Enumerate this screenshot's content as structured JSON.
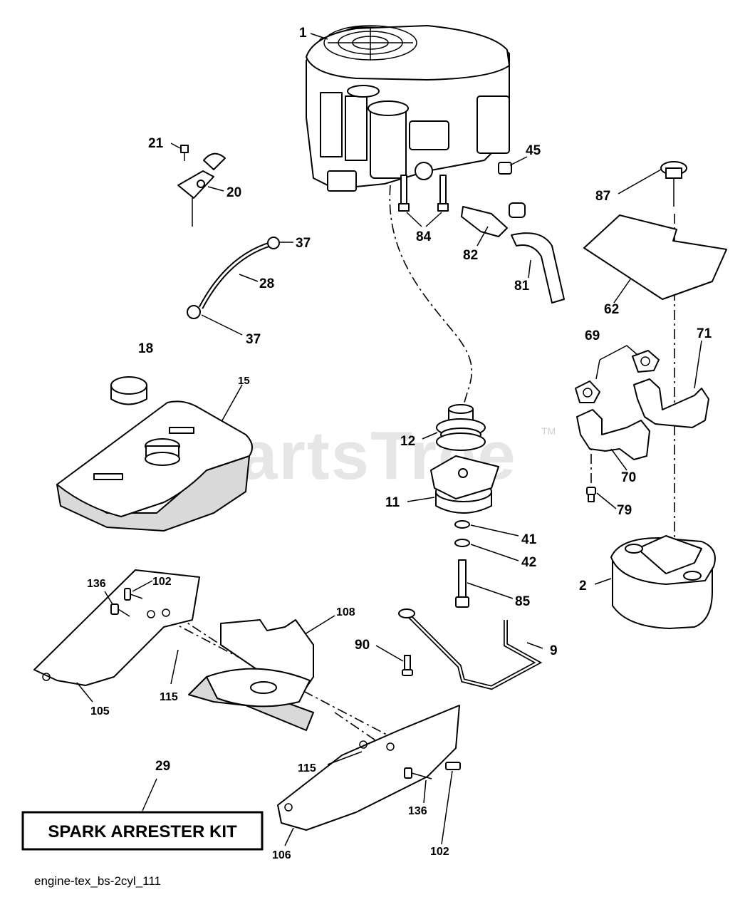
{
  "watermark": {
    "text": "PartsTree",
    "tm": "TM"
  },
  "callouts": {
    "c1": "1",
    "c21": "21",
    "c20": "20",
    "c45": "45",
    "c87": "87",
    "c84": "84",
    "c82": "82",
    "c37a": "37",
    "c28": "28",
    "c81": "81",
    "c62": "62",
    "c37b": "37",
    "c18": "18",
    "c15": "15",
    "c69": "69",
    "c71": "71",
    "c12": "12",
    "c11": "11",
    "c70": "70",
    "c79": "79",
    "c41": "41",
    "c42": "42",
    "c2": "2",
    "c136a": "136",
    "c102a": "102",
    "c85": "85",
    "c108": "108",
    "c90": "90",
    "c9": "9",
    "c115a": "115",
    "c105": "105",
    "c115b": "115",
    "c29": "29",
    "c136b": "136",
    "c106": "106",
    "c102b": "102"
  },
  "kit": {
    "label": "SPARK ARRESTER KIT"
  },
  "footer": {
    "filename": "engine-tex_bs-2cyl_111"
  }
}
